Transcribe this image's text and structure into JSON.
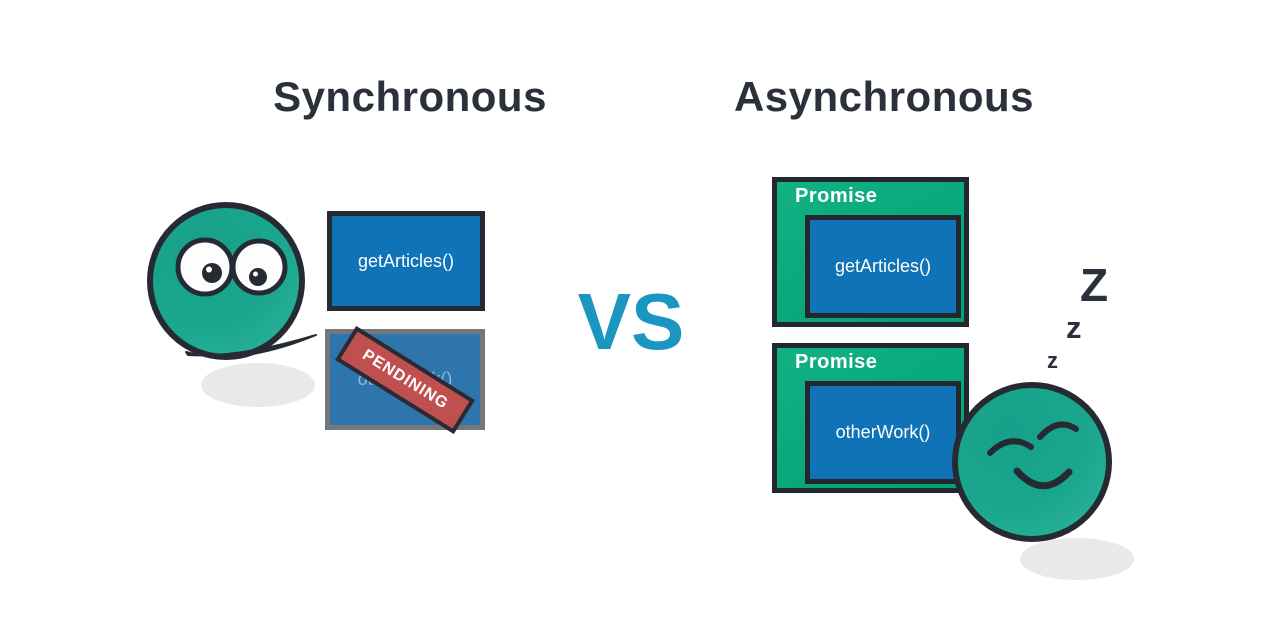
{
  "palette": {
    "title_dark": "#2b313b",
    "teal_face": "#1ba78e",
    "outline_dark": "#262b33",
    "task_blue": "#1072b7",
    "blocked_blue": "#2e74ad",
    "blocked_border_gray": "#75787b",
    "stamp_red": "#bf504f",
    "promise_green": "#05a877",
    "vs_blue": "#1b96c1",
    "shadow_gray": "#e9e9e9"
  },
  "left": {
    "title": "Synchronous",
    "task_box": {
      "label": "getArticles()"
    },
    "blocked_box": {
      "label": "otherWork()",
      "stamp": "PENDINING"
    }
  },
  "divider": {
    "vs": "VS"
  },
  "right": {
    "title": "Asynchronous",
    "promise_boxes": [
      {
        "header": "Promise",
        "label": "getArticles()"
      },
      {
        "header": "Promise",
        "label": "otherWork()"
      }
    ],
    "sleep_z": [
      "Z",
      "z",
      "z"
    ]
  },
  "icons": {
    "left_face": "worried-face-icon",
    "right_face": "sleeping-face-icon"
  }
}
